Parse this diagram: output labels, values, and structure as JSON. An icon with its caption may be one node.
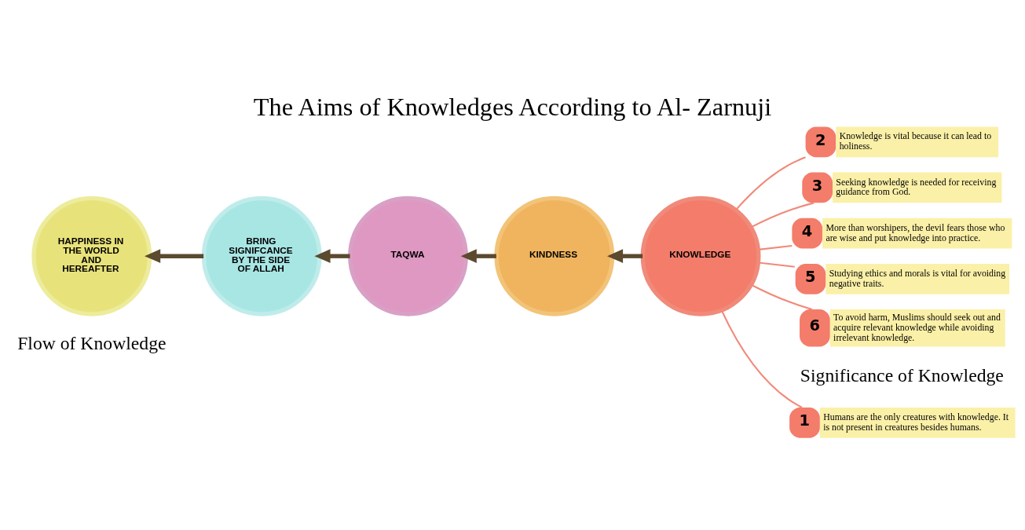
{
  "diagram": {
    "title": "The Aims of Knowledges According to Al- Zarnuji",
    "nodes": [
      {
        "text": [
          "HAPPINESS IN THE WORLD AND HEREAFTER"
        ]
      },
      {
        "text": [
          "BRING SIGNIFCANCE BY THE SIDE OF ALLAH"
        ]
      },
      {
        "text": [
          "TAQWA"
        ]
      },
      {
        "text": [
          "KINDNESS"
        ]
      },
      {
        "text": [
          "KNOWLEDGE"
        ]
      },
      {
        "text": [
          "1",
          "Humans are the only creatures with knowledge. It is not present in creatures besides humans."
        ]
      },
      {
        "text": [
          "2",
          "Knowledge is vital because it can lead to holiness."
        ]
      },
      {
        "text": [
          "3",
          "Seeking knowledge is needed for receiving guidance from God."
        ]
      },
      {
        "text": [
          "4",
          "More than worshipers, the devil fears those who are wise and put knowledge into practice."
        ]
      },
      {
        "text": [
          "5",
          "Studying ethics and morals is vital for avoiding negative traits."
        ]
      },
      {
        "text": [
          "6",
          "To avoid harm, Muslims should seek out and acquire relevant knowledge while avoiding irrelevant knowledge."
        ]
      }
    ],
    "edges": [
      {
        "from": 4,
        "to": 3,
        "arrow": "to",
        "color": "#5c4a2e",
        "style": "thick"
      },
      {
        "from": 3,
        "to": 2,
        "arrow": "to",
        "color": "#5c4a2e",
        "style": "thick"
      },
      {
        "from": 2,
        "to": 1,
        "arrow": "to",
        "color": "#5c4a2e",
        "style": "thick"
      },
      {
        "from": 1,
        "to": 0,
        "arrow": "to",
        "color": "#5c4a2e",
        "style": "thick"
      },
      {
        "from": 4,
        "to": 5,
        "arrow": "none"
      },
      {
        "from": 4,
        "to": 6,
        "arrow": "none"
      },
      {
        "from": 4,
        "to": 7,
        "arrow": "none"
      },
      {
        "from": 4,
        "to": 8,
        "arrow": "none"
      },
      {
        "from": 4,
        "to": 9,
        "arrow": "none"
      },
      {
        "from": 4,
        "to": 10,
        "arrow": "none"
      }
    ],
    "labels": [
      "Significance of Knowledge",
      "Flow of Knowledge"
    ]
  }
}
